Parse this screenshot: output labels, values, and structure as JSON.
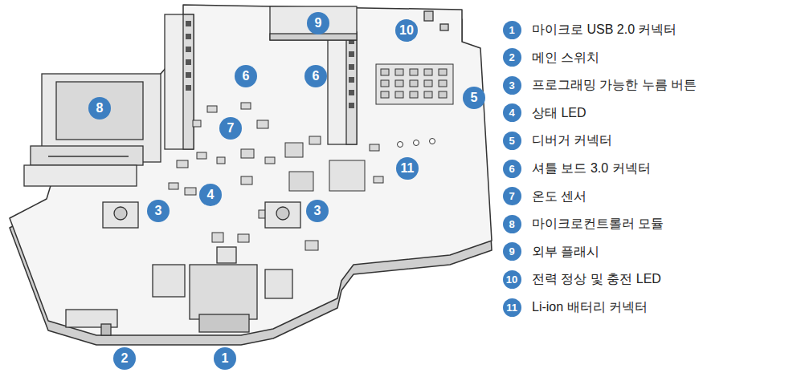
{
  "diagram": {
    "labels": [
      "8",
      "9",
      "10",
      "6",
      "6",
      "7",
      "4",
      "3",
      "3",
      "5",
      "11",
      "2",
      "1",
      "1",
      "마이크로 USB 2.0 커넥터",
      "2",
      "메인 스위치",
      "3",
      "프로그래밍 가능한 누름 버튼",
      "4",
      "상태 LED",
      "5",
      "디버거 커넥터",
      "6",
      "셔틀 보드 3.0 커넥터",
      "7",
      "온도 센서",
      "8",
      "마이크로컨트롤러 모듈",
      "9",
      "외부 플래시",
      "10",
      "전력 정상 및 충전 LED",
      "11",
      "Li-ion 배터리 커넥터"
    ]
  }
}
